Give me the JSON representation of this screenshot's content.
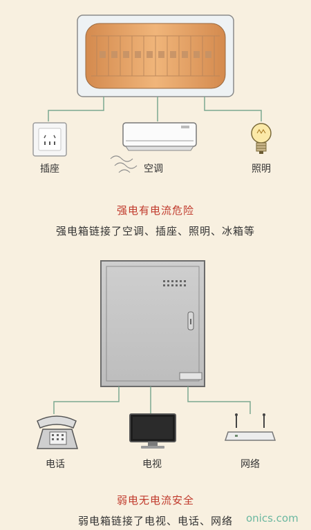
{
  "strong": {
    "labels": {
      "socket": "插座",
      "aircon": "空调",
      "lighting": "照明"
    },
    "title": "强电有电流危险",
    "description": "强电箱链接了空调、插座、照明、冰箱等"
  },
  "weak": {
    "labels": {
      "phone": "电话",
      "tv": "电视",
      "network": "网络"
    },
    "title": "弱电无电流安全",
    "description": "弱电箱链接了电视、电话、网络"
  },
  "watermark": "onics.com",
  "colors": {
    "background": "#f8f0e0",
    "line": "#7aa890",
    "title": "#c0392b",
    "panel_glow": "#e8a15f",
    "box": "#c7c7c7"
  }
}
